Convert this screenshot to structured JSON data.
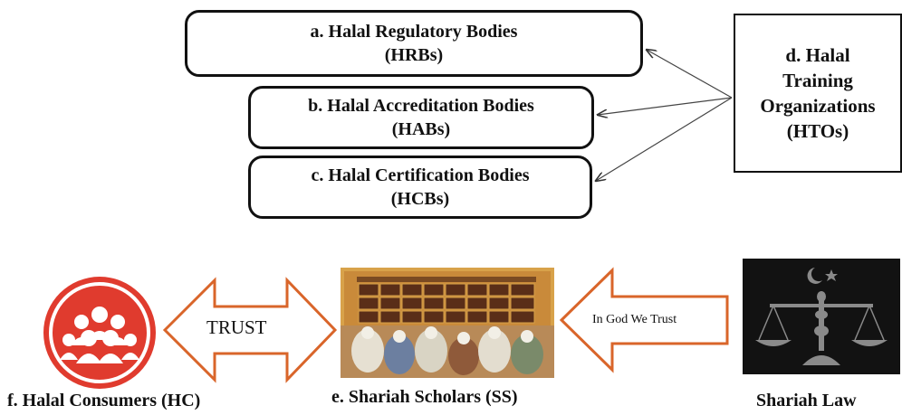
{
  "boxes": {
    "a": {
      "line1": "a.  Halal Regulatory Bodies",
      "line2": "(HRBs)"
    },
    "b": {
      "line1": "b.  Halal Accreditation Bodies",
      "line2": "(HABs)"
    },
    "c": {
      "line1": "c.  Halal Certification Bodies",
      "line2": "(HCBs)"
    },
    "d": {
      "line1": "d.  Halal",
      "line2": "Training",
      "line3": "Organizations",
      "line4": "(HTOs)"
    }
  },
  "arrows": {
    "trust": "TRUST",
    "in_god": "In God We Trust"
  },
  "labels": {
    "consumers": "f. Halal Consumers (HC)",
    "scholars": "e.  Shariah Scholars (SS)",
    "law": "Shariah Law"
  },
  "colors": {
    "accent_red": "#e03b2e",
    "arrow_orange": "#d9652a",
    "black": "#111111"
  },
  "icons": {
    "consumers": "people-group-icon",
    "scholars": "scholars-painting",
    "law": "scales-of-justice-icon"
  }
}
